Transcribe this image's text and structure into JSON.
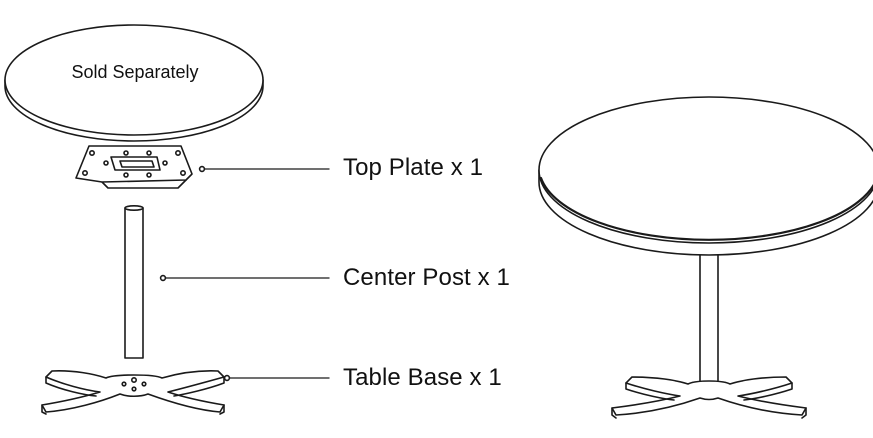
{
  "top_item": {
    "label": "Sold Separately"
  },
  "parts": [
    {
      "name": "Top Plate",
      "quantity": "x 1",
      "label": "Top Plate x 1"
    },
    {
      "name": "Center Post",
      "quantity": "x 1",
      "label": "Center Post x 1"
    },
    {
      "name": "Table Base",
      "quantity": "x 1",
      "label": "Table Base x 1"
    }
  ],
  "colors": {
    "line": "#1a1a1a",
    "fill": "#ffffff",
    "tabletop_edge": "#2a2a2a"
  }
}
